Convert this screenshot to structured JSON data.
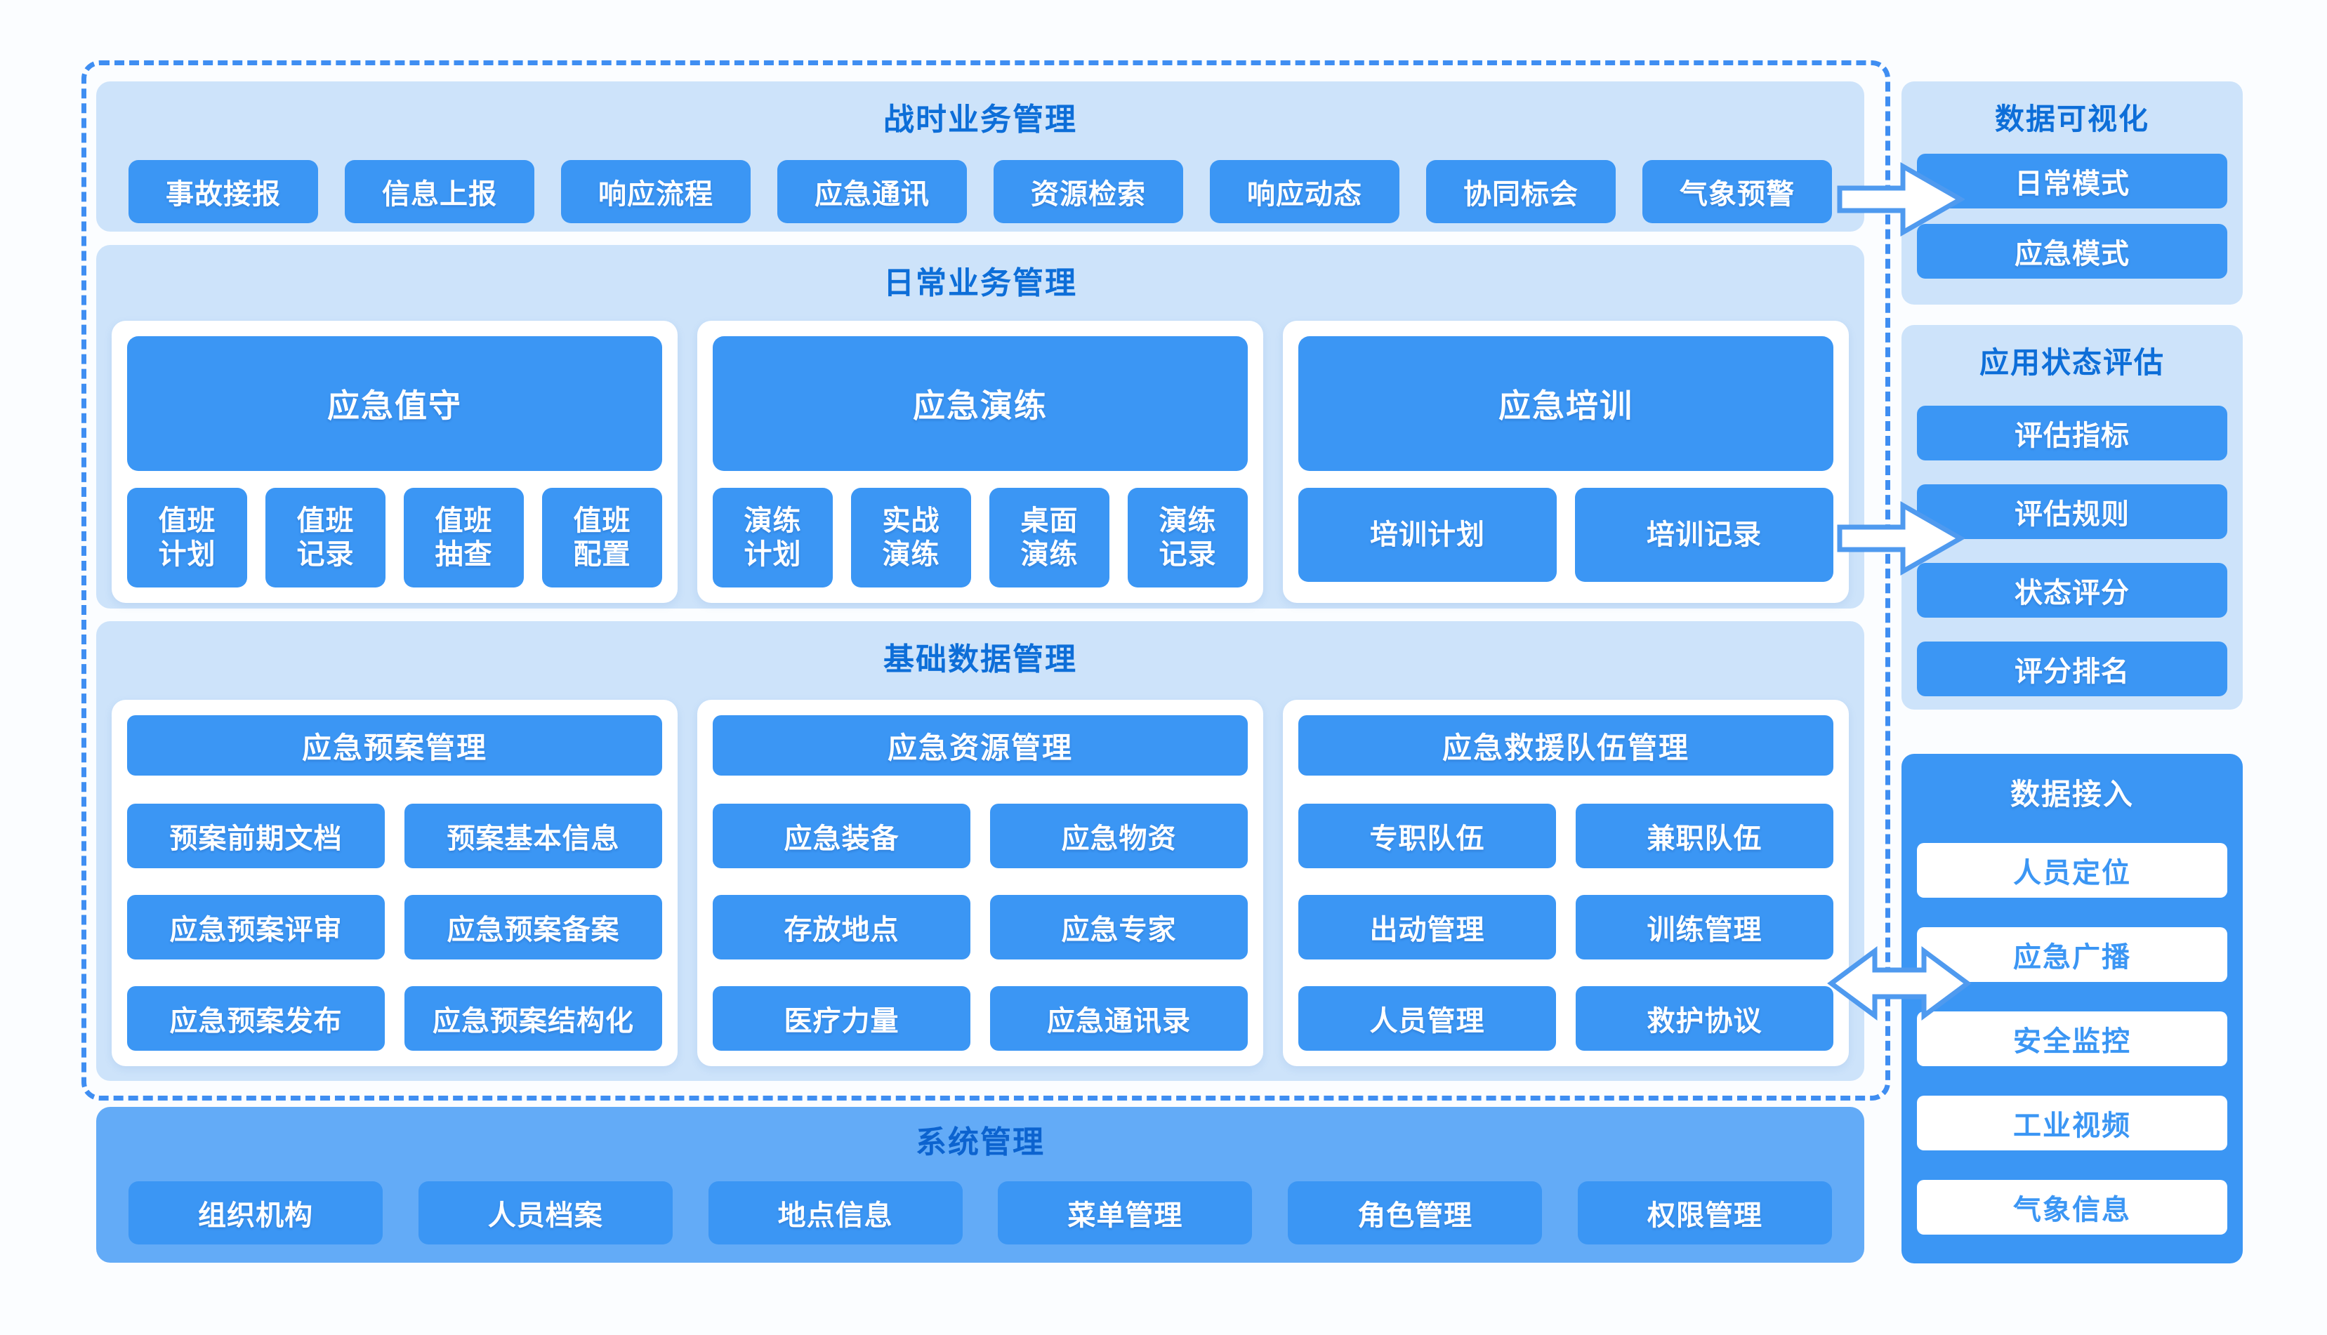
{
  "colors": {
    "primary_button_blue": "#3b96f4",
    "section_bg_light_blue": "#cde3fa",
    "title_text_blue": "#0d6ed8",
    "system_section_bg": "#63abf7",
    "access_panel_bg": "#3b96f4",
    "dashed_border_blue": "#3f8ef2",
    "white": "#ffffff"
  },
  "wartime": {
    "title": "战时业务管理",
    "buttons": [
      "事故接报",
      "信息上报",
      "响应流程",
      "应急通讯",
      "资源检索",
      "响应动态",
      "协同标会",
      "气象预警"
    ]
  },
  "daily": {
    "title": "日常业务管理",
    "cards": [
      {
        "header": "应急值守",
        "buttons": [
          "值班计划",
          "值班记录",
          "值班抽查",
          "值班配置"
        ]
      },
      {
        "header": "应急演练",
        "buttons": [
          "演练计划",
          "实战演练",
          "桌面演练",
          "演练记录"
        ]
      },
      {
        "header": "应急培训",
        "buttons": [
          "培训计划",
          "培训记录"
        ]
      }
    ]
  },
  "basic": {
    "title": "基础数据管理",
    "cards": [
      {
        "header": "应急预案管理",
        "buttons": [
          "预案前期文档",
          "预案基本信息",
          "应急预案评审",
          "应急预案备案",
          "应急预案发布",
          "应急预案结构化"
        ]
      },
      {
        "header": "应急资源管理",
        "buttons": [
          "应急装备",
          "应急物资",
          "存放地点",
          "应急专家",
          "医疗力量",
          "应急通讯录"
        ]
      },
      {
        "header": "应急救援队伍管理",
        "buttons": [
          "专职队伍",
          "兼职队伍",
          "出动管理",
          "训练管理",
          "人员管理",
          "救护协议"
        ]
      }
    ]
  },
  "system": {
    "title": "系统管理",
    "buttons": [
      "组织机构",
      "人员档案",
      "地点信息",
      "菜单管理",
      "角色管理",
      "权限管理"
    ]
  },
  "right": {
    "visualization": {
      "title": "数据可视化",
      "buttons": [
        "日常模式",
        "应急模式"
      ]
    },
    "evaluation": {
      "title": "应用状态评估",
      "buttons": [
        "评估指标",
        "评估规则",
        "状态评分",
        "评分排名"
      ]
    },
    "access": {
      "title": "数据接入",
      "buttons": [
        "人员定位",
        "应急广播",
        "安全监控",
        "工业视频",
        "气象信息"
      ]
    }
  }
}
